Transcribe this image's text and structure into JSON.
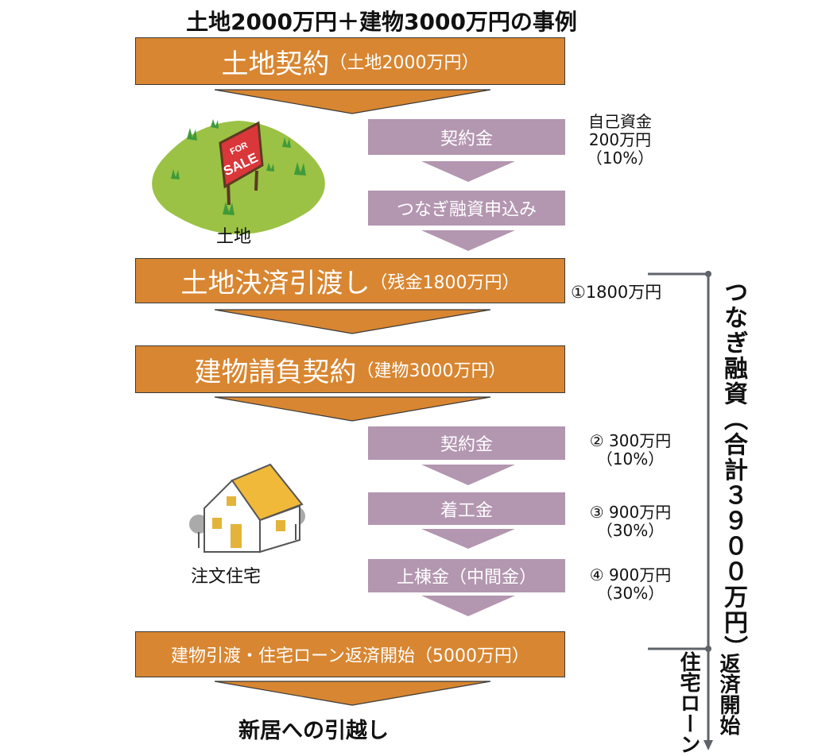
{
  "title": "土地2000万円＋建物3000万円の事例",
  "steps": [
    {
      "main": "土地契約",
      "sub": "（土地2000万円）"
    },
    {
      "main": "土地決済引渡し",
      "sub": "（残金1800万円）"
    },
    {
      "main": "建物請負契約",
      "sub": "（建物3000万円）"
    },
    {
      "main": "建物引渡・住宅ローン返済開始（5000万円）"
    }
  ],
  "substeps": [
    "契約金",
    "つなぎ融資申込み",
    "契約金",
    "着工金",
    "上棟金（中間金）"
  ],
  "notes": {
    "own_funds": [
      "自己資金",
      "200万円",
      "（10%）"
    ],
    "p1": "①1800万円",
    "p2": [
      "② 300万円",
      "（10%）"
    ],
    "p3": [
      "③ 900万円",
      "（30%）"
    ],
    "p4": [
      "④ 900万円",
      "（30%）"
    ]
  },
  "images": {
    "land_label": "土地",
    "land_sign": "FOR SALE",
    "house_label": "注文住宅"
  },
  "bracket": {
    "bridge_loan": "つなぎ融資（合計３９００万円）",
    "home_loan": "住宅ローン",
    "repay": "返済開始"
  },
  "final": "新居への引越し",
  "colors": {
    "orange": "#D88631",
    "purple": "#B396B0",
    "grass": "#9BC244",
    "line": "#5f646b"
  }
}
